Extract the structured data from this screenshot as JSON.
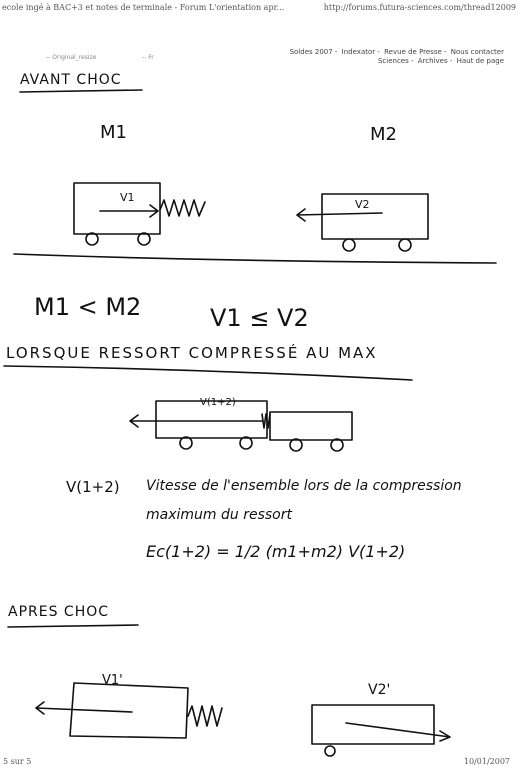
{
  "browser": {
    "page_title": "ecole ingé à BAC+3 et notes de terminale - Forum L'orientation apr...",
    "url": "http://forums.futura-sciences.com/thread12009",
    "page_counter": "5 sur 5",
    "date": "10/01/2007"
  },
  "site": {
    "tiny_left": "-- Original_resize",
    "tiny_right": "-- Fr",
    "nav_line1": [
      "Soldes 2007",
      "Indexator",
      "Revue de Presse",
      "Nous contacter"
    ],
    "nav_line2": [
      "Sciences",
      "Archives",
      "Haut de page"
    ]
  },
  "notes": {
    "avant_choc": "AVANT CHOC",
    "m1": "M1",
    "m2": "M2",
    "v1": "V1",
    "v2": "V2",
    "mass_relation": "M1 < M2",
    "speed_relation": "V1 ≤ V2",
    "lorsque": "LORSQUE RESSORT COMPRESSÉ AU MAX",
    "v12_label": "V(1+2)",
    "v12_symbol": "V(1+2)",
    "definition_line1": "Vitesse de l'ensemble lors de la compression",
    "definition_line2": "maximum du ressort",
    "formula": "Ec(1+2) = 1/2 (m1+m2) V(1+2)",
    "apres_choc": "APRES CHOC",
    "v1_prime": "V1'",
    "v2_prime": "V2'"
  }
}
